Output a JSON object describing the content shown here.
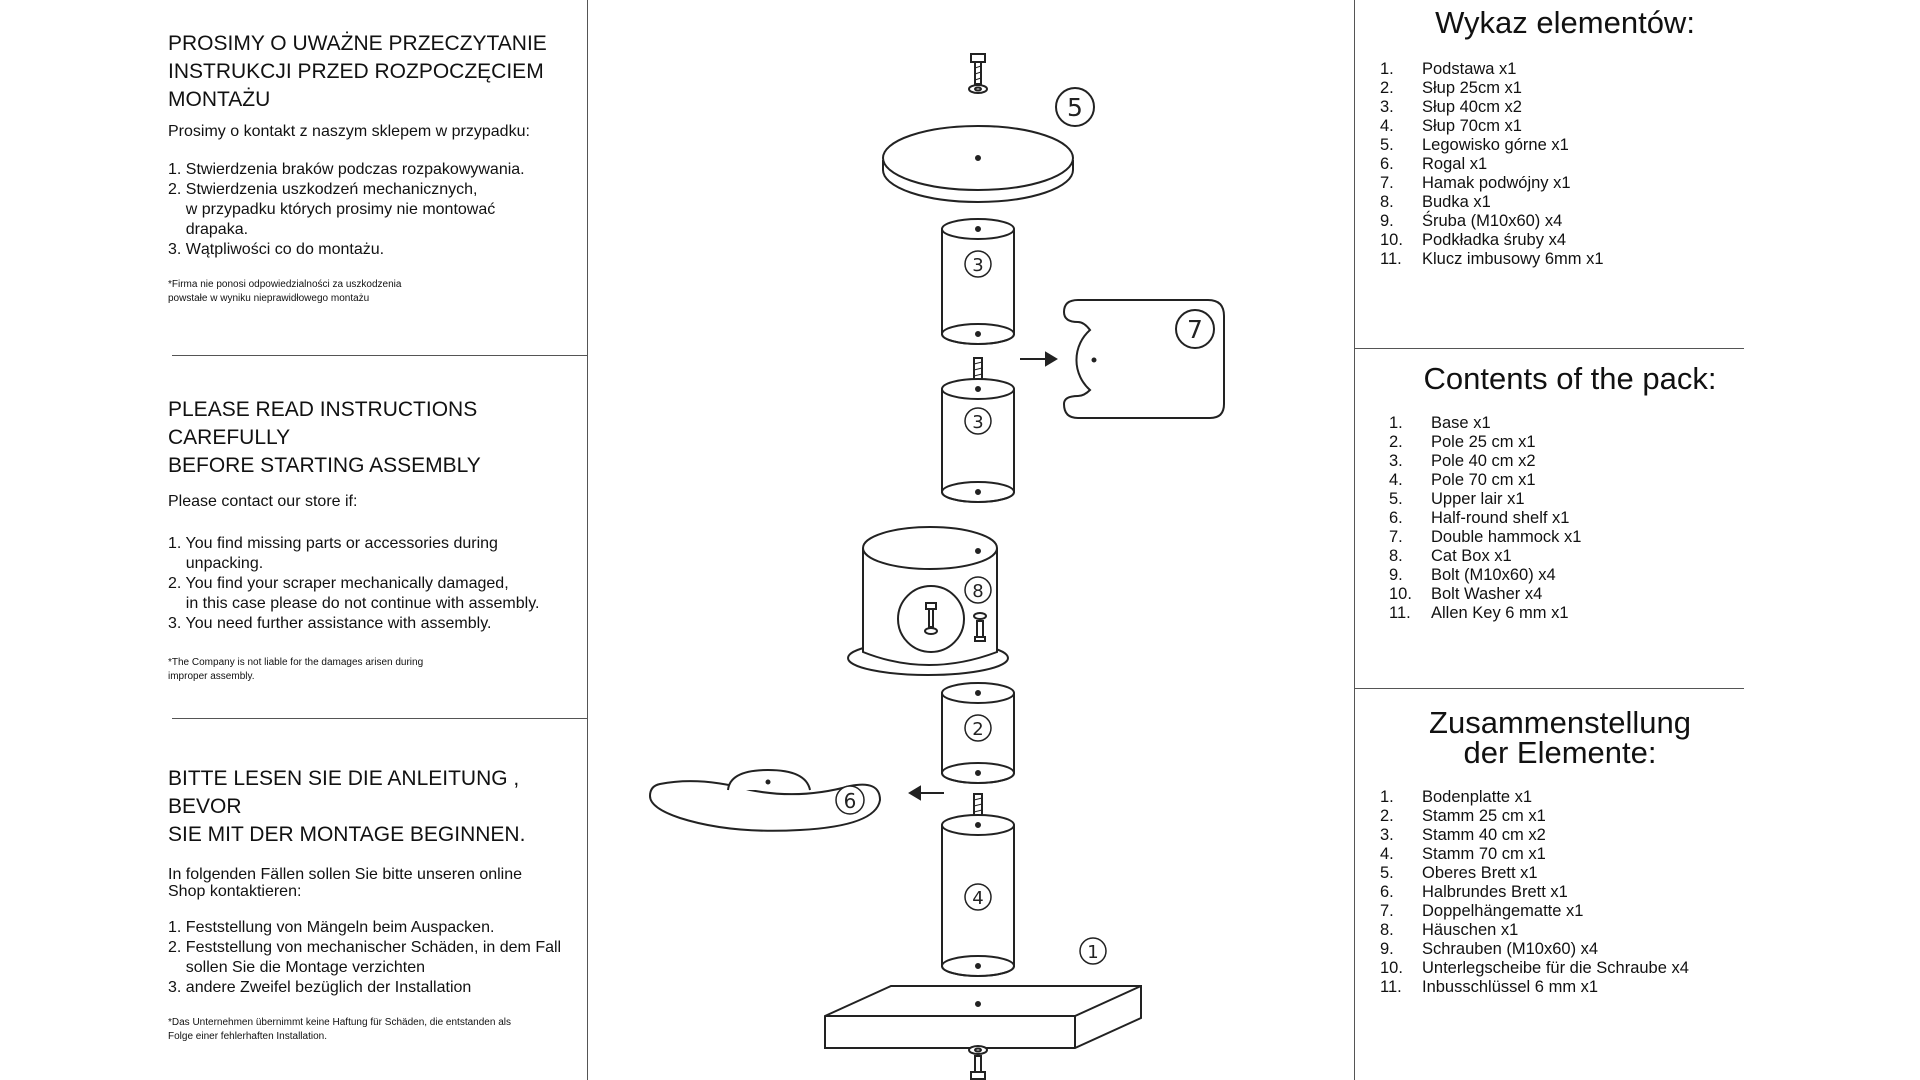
{
  "polish": {
    "heading_lines": [
      "PROSIMY O UWAŻNE PRZECZYTANIE",
      "INSTRUKCJI PRZED ROZPOCZĘCIEM",
      "MONTAŻU"
    ],
    "intro": "Prosimy o kontakt z naszym sklepem w przypadku:",
    "items": [
      [
        "1. Stwierdzenia braków podczas rozpakowywania."
      ],
      [
        "2. Stwierdzenia uszkodzeń mechanicznych,",
        "    w przypadku których prosimy nie montować",
        "    drapaka."
      ],
      [
        "3. Wątpliwości co do montażu."
      ]
    ],
    "note_lines": [
      "*Firma nie ponosi odpowiedzialności za uszkodzenia",
      "powstałe w wyniku nieprawidłowego montażu"
    ]
  },
  "english": {
    "heading_lines": [
      "PLEASE READ INSTRUCTIONS CAREFULLY",
      "BEFORE STARTING ASSEMBLY"
    ],
    "intro": "Please contact our store if:",
    "items": [
      [
        "1. You find missing parts or accessories during",
        "    unpacking."
      ],
      [
        "2. You find your scraper mechanically damaged,",
        "    in this case please do not continue with assembly."
      ],
      [
        "3. You need further assistance with assembly."
      ]
    ],
    "note_lines": [
      "*The Company is not liable for the damages arisen during",
      "improper assembly."
    ]
  },
  "german": {
    "heading_lines": [
      "BITTE LESEN SIE DIE ANLEITUNG , BEVOR",
      "SIE MIT DER MONTAGE BEGINNEN."
    ],
    "intro_lines": [
      "In folgenden Fällen sollen Sie bitte unseren online",
      "Shop kontaktieren:"
    ],
    "items": [
      [
        "1. Feststellung von Mängeln beim Auspacken."
      ],
      [
        "2. Feststellung von mechanischer Schäden, in dem Fall",
        "    sollen Sie die Montage verzichten"
      ],
      [
        "3. andere Zweifel bezüglich der Installation"
      ]
    ],
    "note_lines": [
      "*Das Unternehmen übernimmt keine Haftung für Schäden, die entstanden als",
      "Folge einer  fehlerhaften Installation."
    ]
  },
  "parts_pl": {
    "title": "Wykaz elementów:",
    "items": [
      {
        "n": "1.",
        "t": "Podstawa x1"
      },
      {
        "n": "2.",
        "t": "Słup 25cm x1"
      },
      {
        "n": "3.",
        "t": "Słup 40cm x2"
      },
      {
        "n": "4.",
        "t": "Słup 70cm x1"
      },
      {
        "n": "5.",
        "t": "Legowisko górne x1"
      },
      {
        "n": "6.",
        "t": "Rogal x1"
      },
      {
        "n": "7.",
        "t": "Hamak podwójny x1"
      },
      {
        "n": "8.",
        "t": "Budka x1"
      },
      {
        "n": "9.",
        "t": "Śruba (M10x60) x4"
      },
      {
        "n": "10.",
        "t": "Podkładka śruby x4"
      },
      {
        "n": "11.",
        "t": "Klucz imbusowy 6mm x1"
      }
    ]
  },
  "parts_en": {
    "title": "Contents of the pack:",
    "items": [
      {
        "n": "1.",
        "t": "Base x1"
      },
      {
        "n": "2.",
        "t": "Pole 25 cm x1"
      },
      {
        "n": "3.",
        "t": "Pole 40 cm x2"
      },
      {
        "n": "4.",
        "t": "Pole 70 cm x1"
      },
      {
        "n": "5.",
        "t": "Upper lair  x1"
      },
      {
        "n": "6.",
        "t": "Half-round shelf  x1"
      },
      {
        "n": "7.",
        "t": "Double  hammock x1"
      },
      {
        "n": "8.",
        "t": "Cat Box x1"
      },
      {
        "n": "9.",
        "t": "Bolt (M10x60) x4"
      },
      {
        "n": "10.",
        "t": "Bolt Washer x4"
      },
      {
        "n": "11.",
        "t": "Allen Key 6 mm x1"
      }
    ]
  },
  "parts_de": {
    "title_lines": [
      "Zusammenstellung",
      "der Elemente:"
    ],
    "items": [
      {
        "n": "1.",
        "t": "Bodenplatte x1"
      },
      {
        "n": "2.",
        "t": "Stamm 25 cm x1"
      },
      {
        "n": "3.",
        "t": "Stamm 40 cm x2"
      },
      {
        "n": "4.",
        "t": "Stamm 70 cm x1"
      },
      {
        "n": "5.",
        "t": "Oberes Brett x1"
      },
      {
        "n": "6.",
        "t": "Halbrundes Brett x1"
      },
      {
        "n": "7.",
        "t": "Doppelhängematte x1"
      },
      {
        "n": "8.",
        "t": "Häuschen x1"
      },
      {
        "n": "9.",
        "t": "Schrauben (M10x60) x4"
      },
      {
        "n": "10.",
        "t": "Unterlegscheibe für die Schraube x4"
      },
      {
        "n": "11.",
        "t": "Inbusschlüssel 6 mm x1"
      }
    ]
  },
  "diagram": {
    "callouts": [
      "5",
      "3",
      "3",
      "7",
      "8",
      "2",
      "6",
      "4",
      "1"
    ]
  }
}
